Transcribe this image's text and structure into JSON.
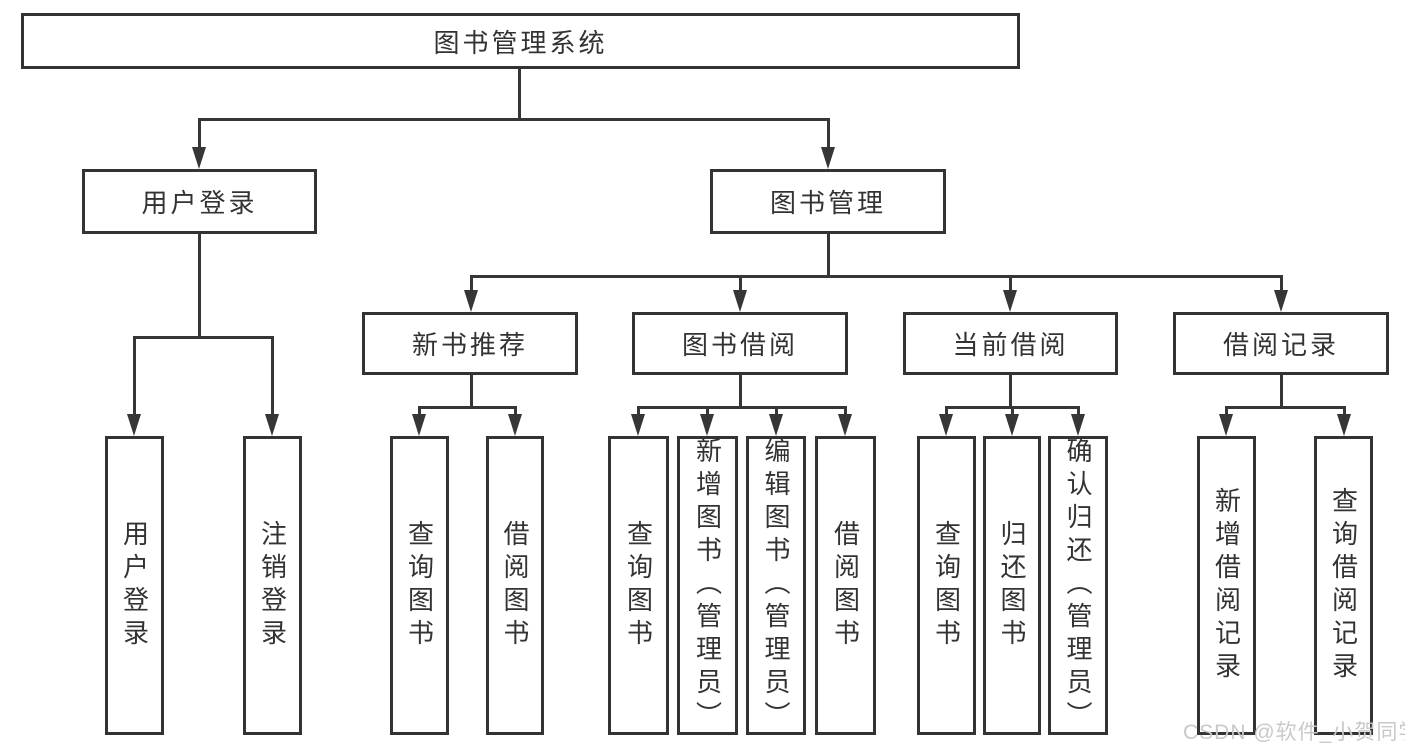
{
  "diagram_title": "图书管理系统",
  "tree": {
    "label": "图书管理系统",
    "children": [
      {
        "label": "用户登录",
        "children": [
          {
            "label": "用户登录"
          },
          {
            "label": "注销登录"
          }
        ]
      },
      {
        "label": "图书管理",
        "children": [
          {
            "label": "新书推荐",
            "children": [
              {
                "label": "查询图书"
              },
              {
                "label": "借阅图书"
              }
            ]
          },
          {
            "label": "图书借阅",
            "children": [
              {
                "label": "查询图书"
              },
              {
                "label": "新增图书（管理员）"
              },
              {
                "label": "编辑图书（管理员）"
              },
              {
                "label": "借阅图书"
              }
            ]
          },
          {
            "label": "当前借阅",
            "children": [
              {
                "label": "查询图书"
              },
              {
                "label": "归还图书"
              },
              {
                "label": "确认归还（管理员）"
              }
            ]
          },
          {
            "label": "借阅记录",
            "children": [
              {
                "label": "新增借阅记录"
              },
              {
                "label": "查询借阅记录"
              }
            ]
          }
        ]
      }
    ]
  },
  "watermark": {
    "text": "CSDN @软件_小贺同学"
  },
  "colors": {
    "background": "#ffffff",
    "box_border": "#333333",
    "text": "#333333",
    "line": "#363636",
    "watermark": "#c9c9c9"
  }
}
